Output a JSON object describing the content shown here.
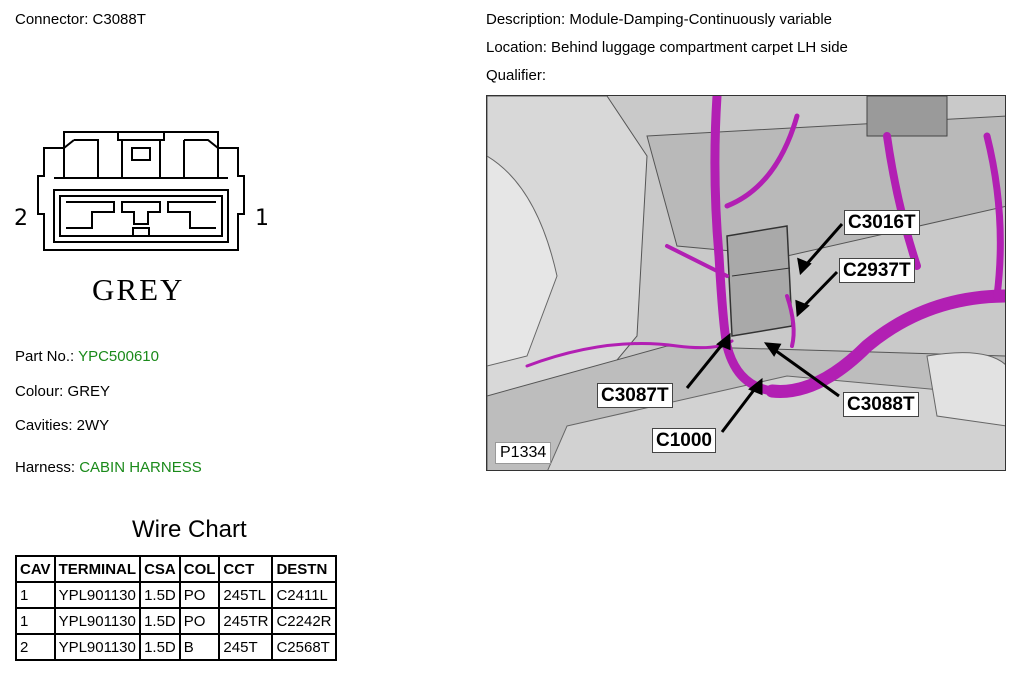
{
  "header": {
    "connector": "Connector: C3088T",
    "description": "Description: Module-Damping-Continuously variable",
    "location": "Location: Behind luggage compartment carpet LH side",
    "qualifier": "Qualifier:"
  },
  "diagram": {
    "pin_left": "2",
    "pin_right": "1",
    "colour_label": "GREY"
  },
  "details": {
    "part_label": "Part No.: ",
    "part_value": "YPC500610",
    "colour": "Colour: GREY",
    "cavities": "Cavities: 2WY",
    "harness_label": "Harness: ",
    "harness_value": "CABIN HARNESS",
    "highlight_color": "#1a8a1a"
  },
  "wire_chart": {
    "title": "Wire Chart",
    "headers": [
      "CAV",
      "TERMINAL",
      "CSA",
      "COL",
      "CCT",
      "DESTN"
    ],
    "rows": [
      [
        "1",
        "YPL901130",
        "1.5D",
        "PO",
        "245TL",
        "C2411L"
      ],
      [
        "1",
        "YPL901130",
        "1.5D",
        "PO",
        "245TR",
        "C2242R"
      ],
      [
        "2",
        "YPL901130",
        "1.5D",
        "B",
        "245T",
        "C2568T"
      ]
    ]
  },
  "photo": {
    "reference": "P1334",
    "callouts": [
      "C3016T",
      "C2937T",
      "C3087T",
      "C3088T",
      "C1000"
    ],
    "harness_color": "#b21fb3"
  }
}
